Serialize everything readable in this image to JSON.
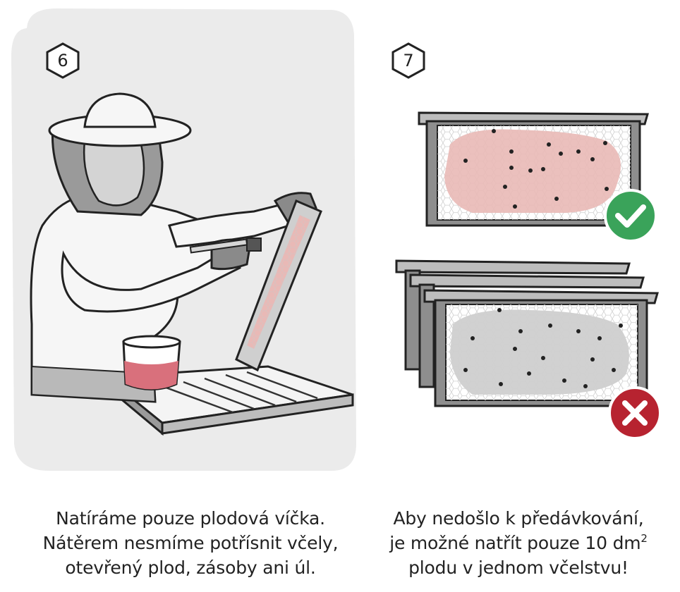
{
  "steps": [
    {
      "number": "6",
      "caption_lines": [
        "Natíráme pouze plodová víčka.",
        "Nátěrem nesmíme potřísnit včely,",
        "otevřený plod, zásoby ani úl."
      ]
    },
    {
      "number": "7",
      "caption_lines": [
        "Aby nedošlo k předávkování,",
        "je možné natřít pouze 10 dm",
        "plodu v jednom včelstvu!"
      ],
      "caption_superscript": "2",
      "frames": [
        {
          "status": "correct",
          "icon": "check-icon"
        },
        {
          "status": "wrong",
          "icon": "cross-icon"
        }
      ]
    }
  ],
  "colors": {
    "panel_bg": "#ebebeb",
    "brood_pink": "#e9b9b6",
    "liquid_pink": "#d9707c",
    "ok_green": "#3aa35a",
    "wrong_red": "#b72330",
    "frame_gray": "#8e8e8e",
    "capped_gray": "#cfcfcf"
  }
}
